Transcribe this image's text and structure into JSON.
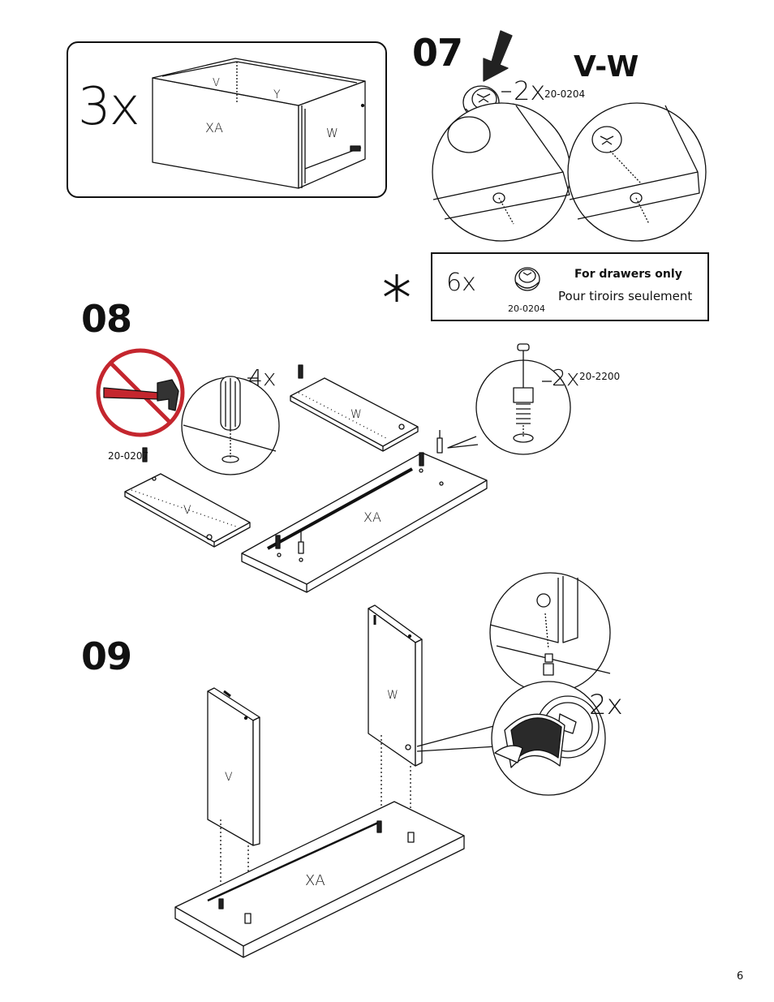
{
  "drawer_summary": {
    "quantity": "3x",
    "panels": {
      "v": "V",
      "y": "Y",
      "xa": "XA",
      "w": "W"
    }
  },
  "step07": {
    "number": "07",
    "pieces": "V-W",
    "quantity": "2x",
    "part_code": "20-0204"
  },
  "note": {
    "quantity": "6x",
    "part_code": "20-0204",
    "title": "For drawers only",
    "subtitle": "Pour tiroirs seulement"
  },
  "step08": {
    "number": "08",
    "dowel_quantity": "4x",
    "dowel_code": "20-0207",
    "bolt_quantity": "2x",
    "bolt_code": "20-2200",
    "panel_w": "W",
    "panel_v": "V",
    "panel_xa": "XA"
  },
  "step09": {
    "number": "09",
    "panel_w": "W",
    "panel_v": "V",
    "panel_xa": "XA",
    "detail_quantity": "2x"
  },
  "page": {
    "number": "6"
  }
}
